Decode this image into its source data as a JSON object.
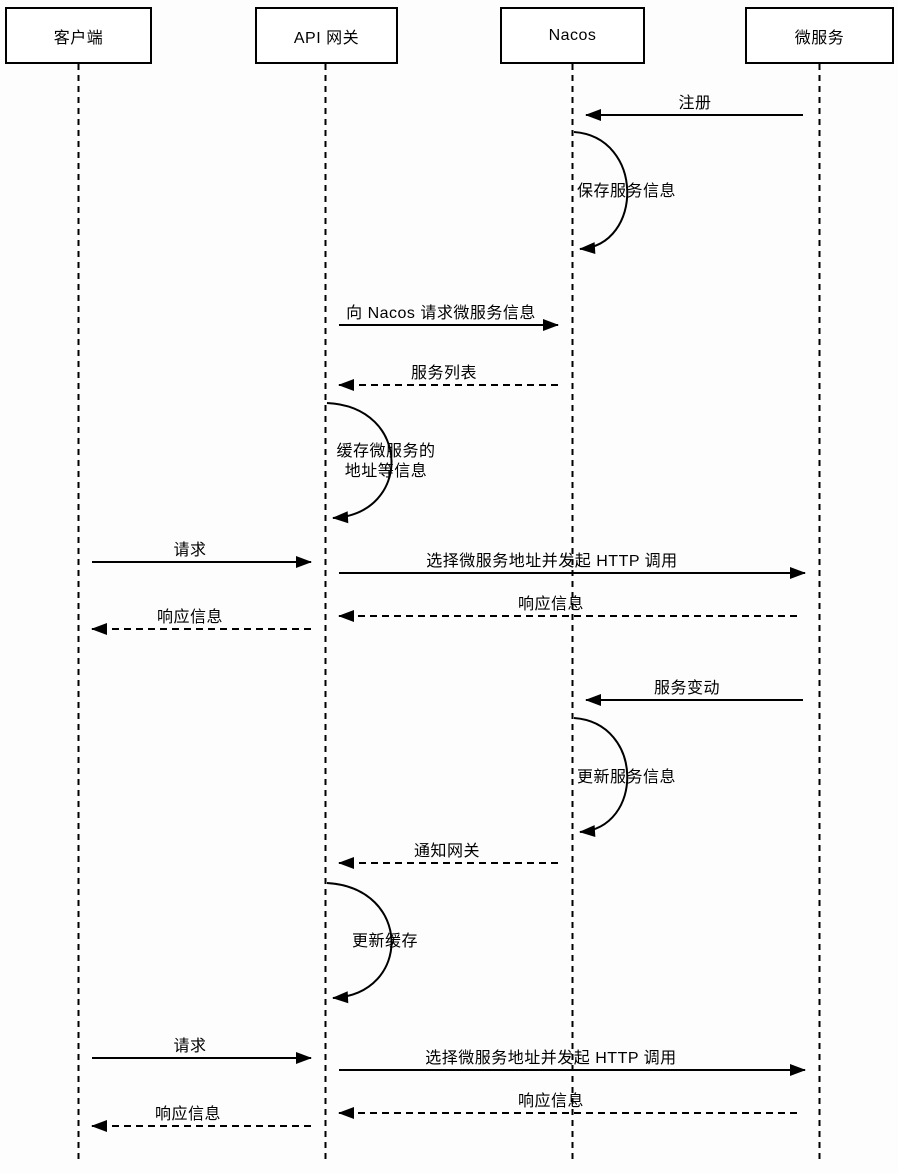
{
  "diagram": {
    "type": "sequence-diagram",
    "background_color": "#fdfdfd",
    "line_color": "#000000",
    "box_fill_color": "#ffffff",
    "actors": [
      {
        "label": "客户端"
      },
      {
        "label": "API 网关"
      },
      {
        "label": "Nacos"
      },
      {
        "label": "微服务"
      }
    ],
    "messages": [
      {
        "label": "注册",
        "type": "message",
        "line": "solid",
        "from": "微服务",
        "to": "Nacos"
      },
      {
        "label": "保存服务信息",
        "type": "self-loop",
        "line": "solid",
        "actor": "Nacos"
      },
      {
        "label": "向 Nacos 请求微服务信息",
        "type": "message",
        "line": "solid",
        "from": "API 网关",
        "to": "Nacos"
      },
      {
        "label": "服务列表",
        "type": "message",
        "line": "dashed",
        "from": "Nacos",
        "to": "API 网关"
      },
      {
        "label": "缓存微服务的地址等信息",
        "line1": "缓存微服务的",
        "line2": "地址等信息",
        "type": "self-loop",
        "line": "solid",
        "actor": "API 网关"
      },
      {
        "label": "请求",
        "type": "message",
        "line": "solid",
        "from": "客户端",
        "to": "API 网关"
      },
      {
        "label": "选择微服务地址并发起 HTTP 调用",
        "type": "message",
        "line": "solid",
        "from": "API 网关",
        "to": "微服务"
      },
      {
        "label": "响应信息",
        "type": "message",
        "line": "dashed",
        "from": "微服务",
        "to": "API 网关"
      },
      {
        "label": "响应信息",
        "type": "message",
        "line": "dashed",
        "from": "API 网关",
        "to": "客户端"
      },
      {
        "label": "服务变动",
        "type": "message",
        "line": "solid",
        "from": "微服务",
        "to": "Nacos"
      },
      {
        "label": "更新服务信息",
        "type": "self-loop",
        "line": "solid",
        "actor": "Nacos"
      },
      {
        "label": "通知网关",
        "type": "message",
        "line": "dashed",
        "from": "Nacos",
        "to": "API 网关"
      },
      {
        "label": "更新缓存",
        "type": "self-loop",
        "line": "solid",
        "actor": "API 网关"
      },
      {
        "label": "请求",
        "type": "message",
        "line": "solid",
        "from": "客户端",
        "to": "API 网关"
      },
      {
        "label": "选择微服务地址并发起 HTTP 调用",
        "type": "message",
        "line": "solid",
        "from": "API 网关",
        "to": "微服务"
      },
      {
        "label": "响应信息",
        "type": "message",
        "dashed": true,
        "line": "dashed",
        "from": "微服务",
        "to": "API 网关"
      },
      {
        "label": "响应信息",
        "type": "message",
        "line": "dashed",
        "from": "API 网关",
        "to": "客户端"
      }
    ]
  }
}
